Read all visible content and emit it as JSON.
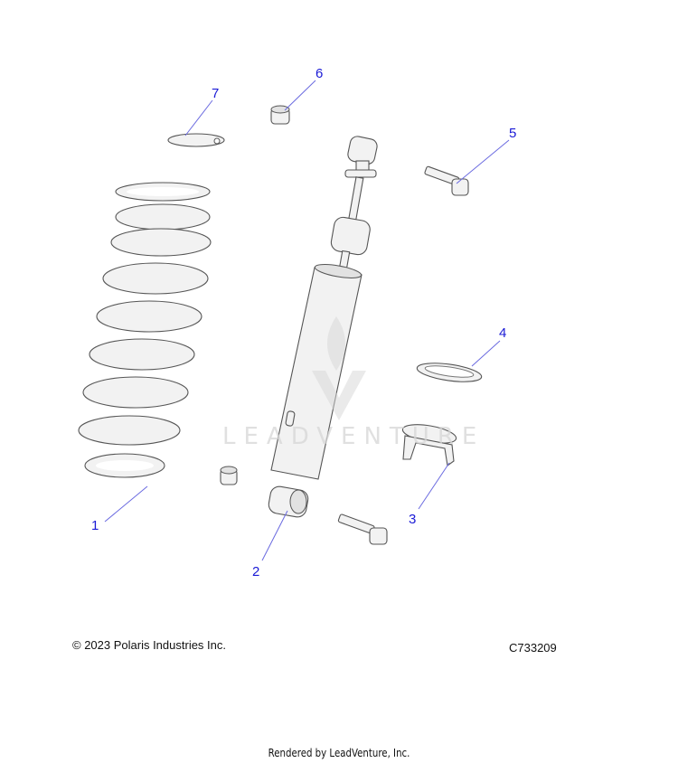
{
  "diagram": {
    "watermark": "LEADVENTURE",
    "callouts": [
      {
        "label": "1",
        "part": "spring"
      },
      {
        "label": "2",
        "part": "shock"
      },
      {
        "label": "3",
        "part": "spring-retainer"
      },
      {
        "label": "4",
        "part": "washer"
      },
      {
        "label": "5",
        "part": "bolt"
      },
      {
        "label": "6",
        "part": "bushing"
      },
      {
        "label": "7",
        "part": "spring-seat"
      }
    ]
  },
  "footer": {
    "copyright": "© 2023 Polaris Industries Inc.",
    "figure_id": "C733209",
    "rendered_by": "Rendered by LeadVenture, Inc."
  }
}
